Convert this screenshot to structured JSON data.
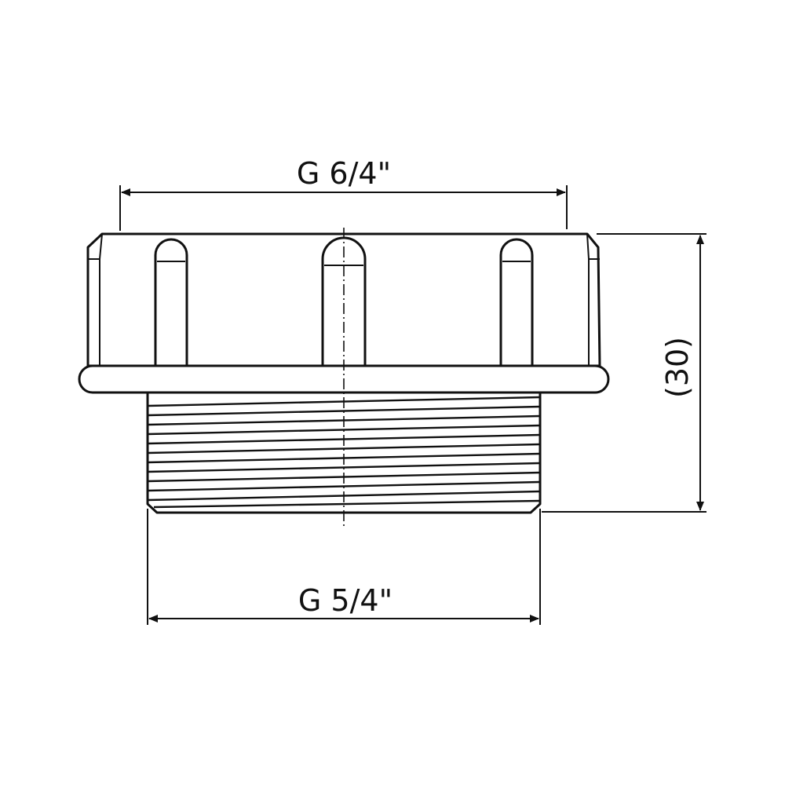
{
  "drawing": {
    "dimensions": {
      "top_thread": "G 6/4\"",
      "bottom_thread": "G 5/4\"",
      "height": "(30)"
    },
    "colors": {
      "line": "#111111",
      "background": "#ffffff"
    }
  }
}
